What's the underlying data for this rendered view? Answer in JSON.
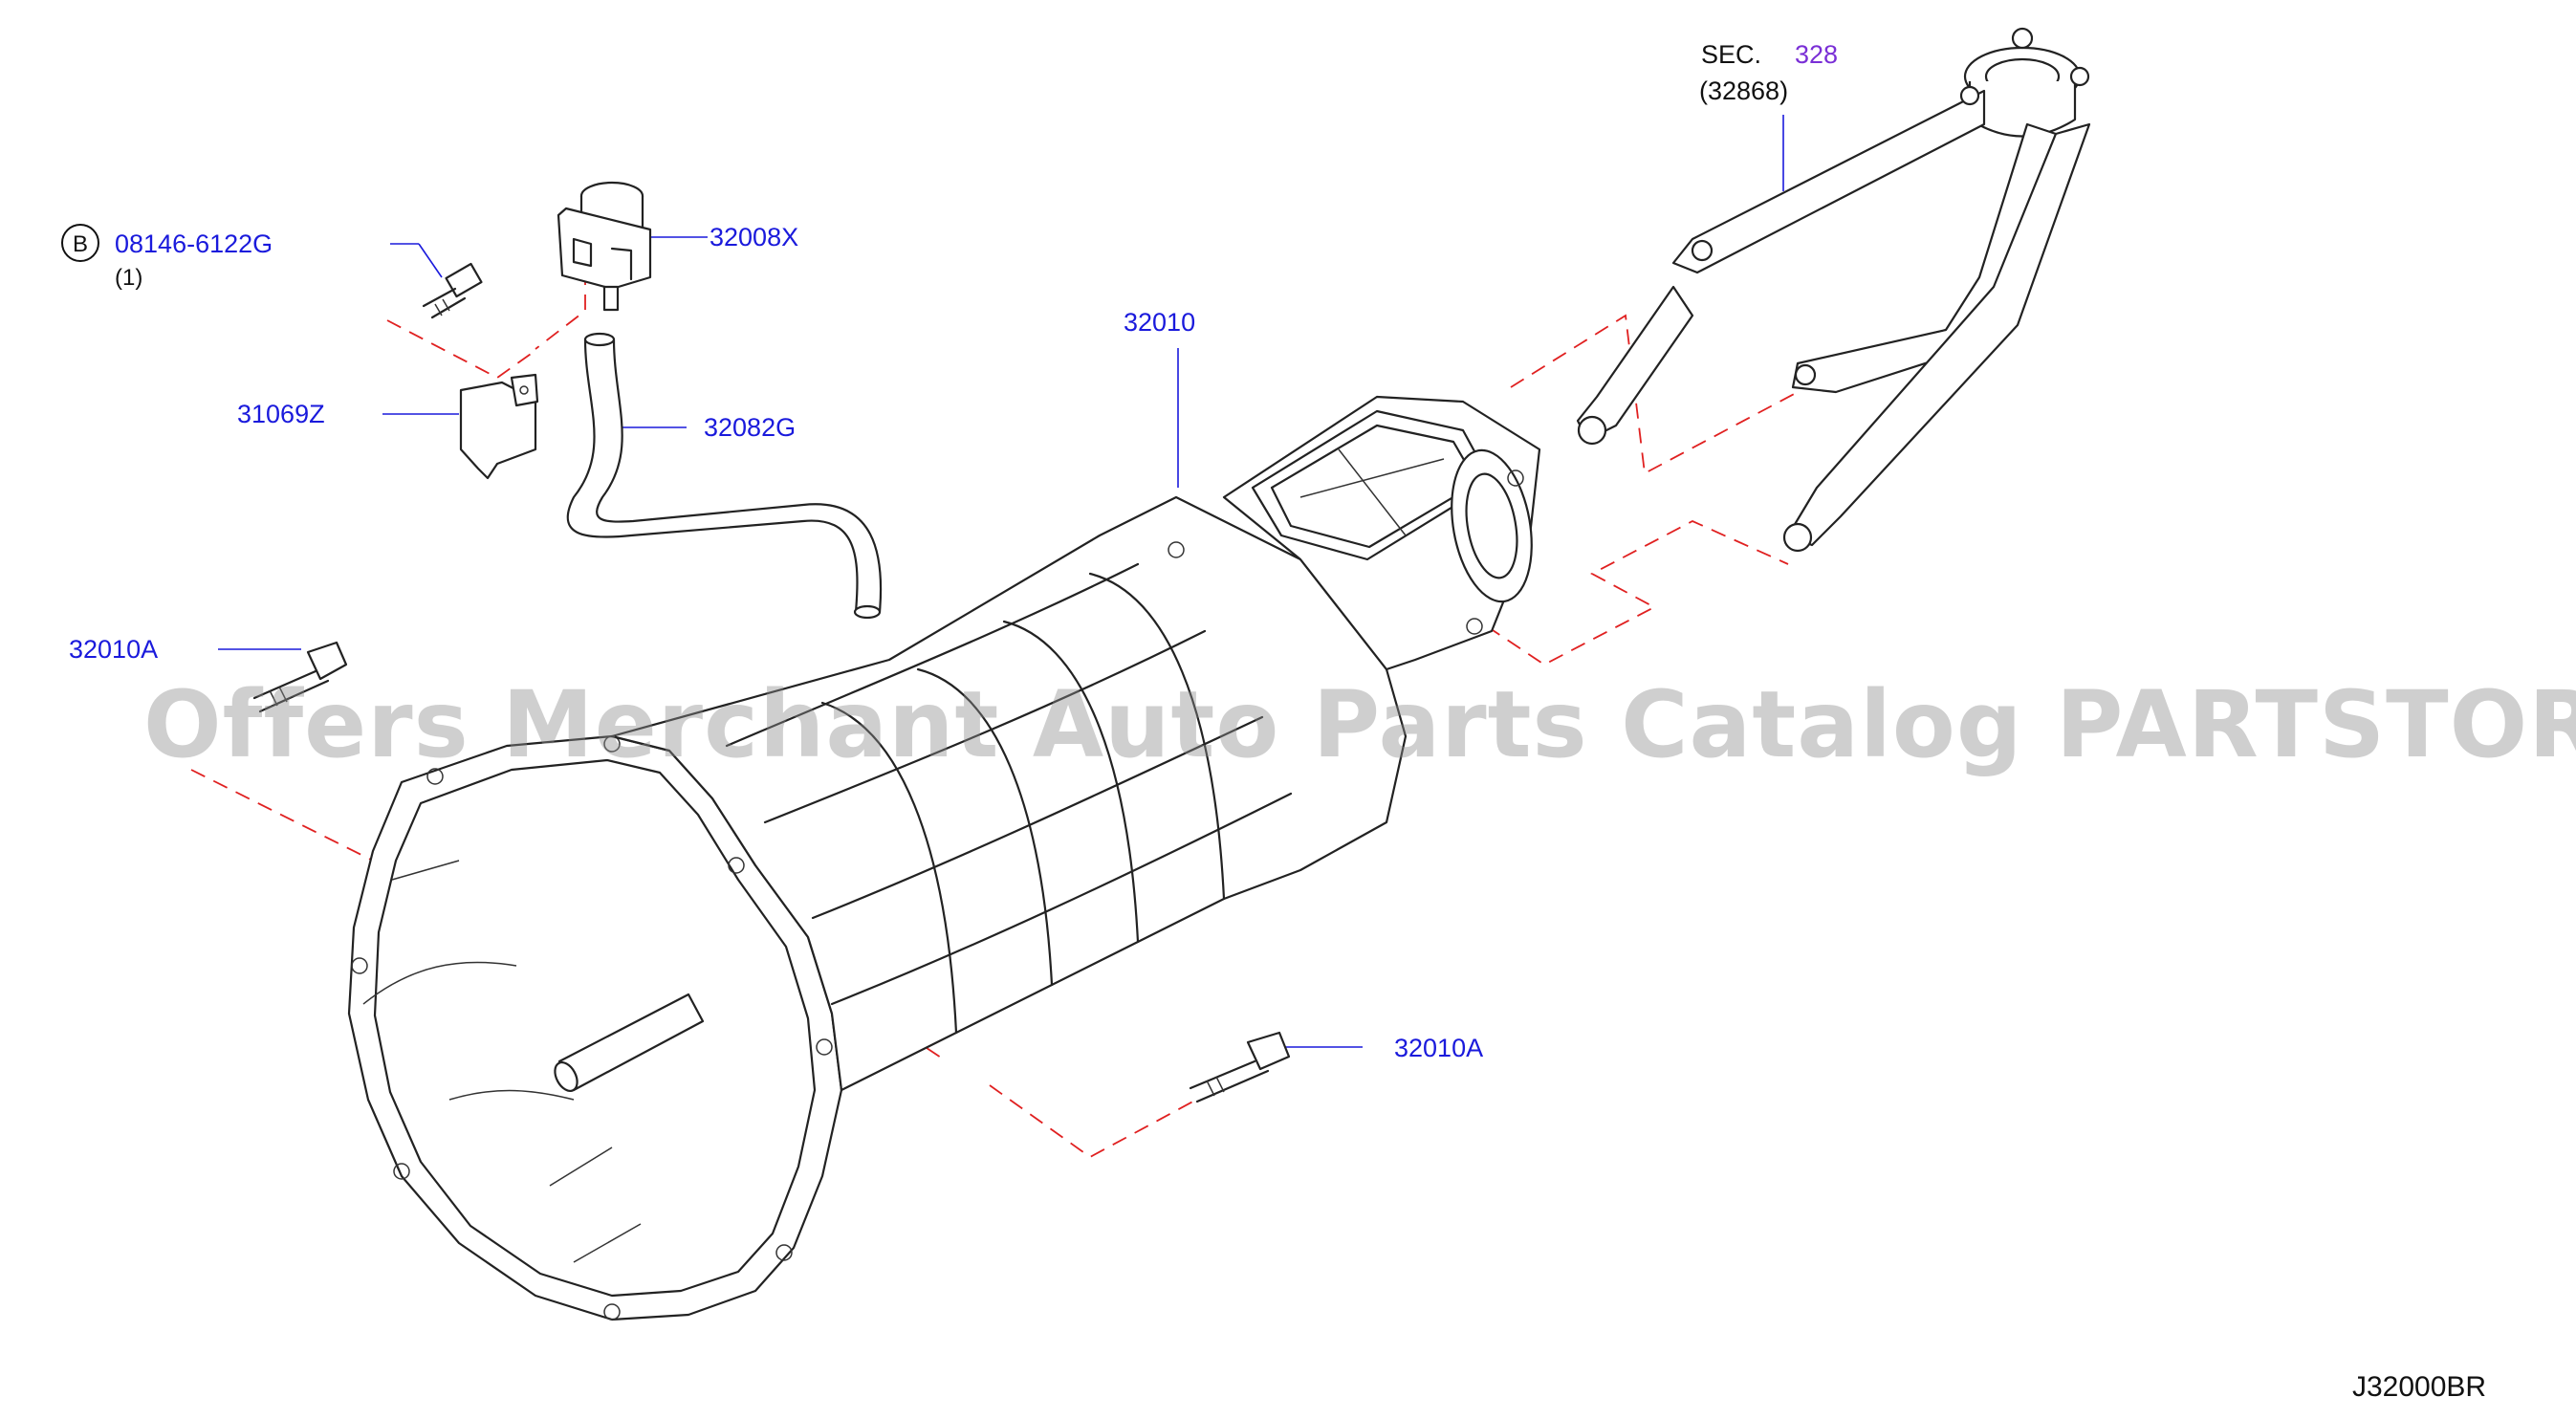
{
  "parts": {
    "bolt_badge": "B",
    "bolt_label": "08146-6122G",
    "bolt_qty": "(1)",
    "sensor_label": "32008X",
    "bracket_label": "31069Z",
    "hose_label": "32082G",
    "transmission_label": "32010",
    "bolt_upper_label": "32010A",
    "bolt_lower_label": "32010A",
    "sec_prefix": "SEC.",
    "sec_number": "328",
    "sec_part": "(32868)"
  },
  "watermark": "Offers Merchant Auto Parts Catalog PARTSTORE.SA",
  "diagram_code": "J32000BR",
  "colors": {
    "label_blue": "#1a1adc",
    "section_purple": "#7a2fd6",
    "dashed_red": "#e02020",
    "line_art": "#222222"
  }
}
